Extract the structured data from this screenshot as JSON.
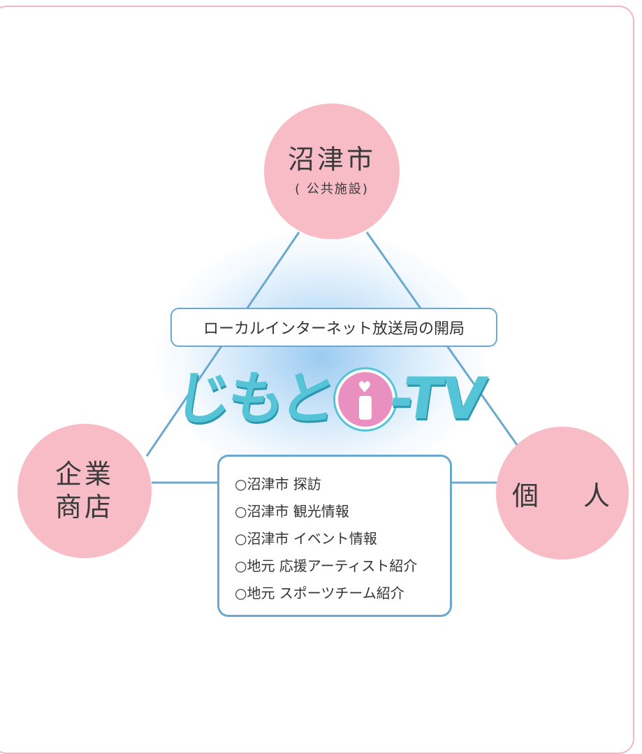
{
  "top_node": {
    "title": "沼津市",
    "subtitle": "( 公共施設)"
  },
  "left_node": {
    "line1": "企業",
    "line2": "商店"
  },
  "right_node": {
    "label": "個 人"
  },
  "center_banner": {
    "text": "ローカルインターネット放送局の開局"
  },
  "logo": {
    "text": "じもとi-TV"
  },
  "content_list": {
    "items": [
      "○沼津市 探訪",
      "○沼津市 観光情報",
      "○沼津市 イベント情報",
      "○地元 応援アーティスト紹介",
      "○地元 スポーツチーム紹介"
    ]
  },
  "colors": {
    "node_pink": "#f7bcc6",
    "line_blue": "#6aa8cf",
    "logo_cyan": "#55c4d6",
    "logo_pink": "#e990c1",
    "frame_pink": "#f0b6c2"
  }
}
